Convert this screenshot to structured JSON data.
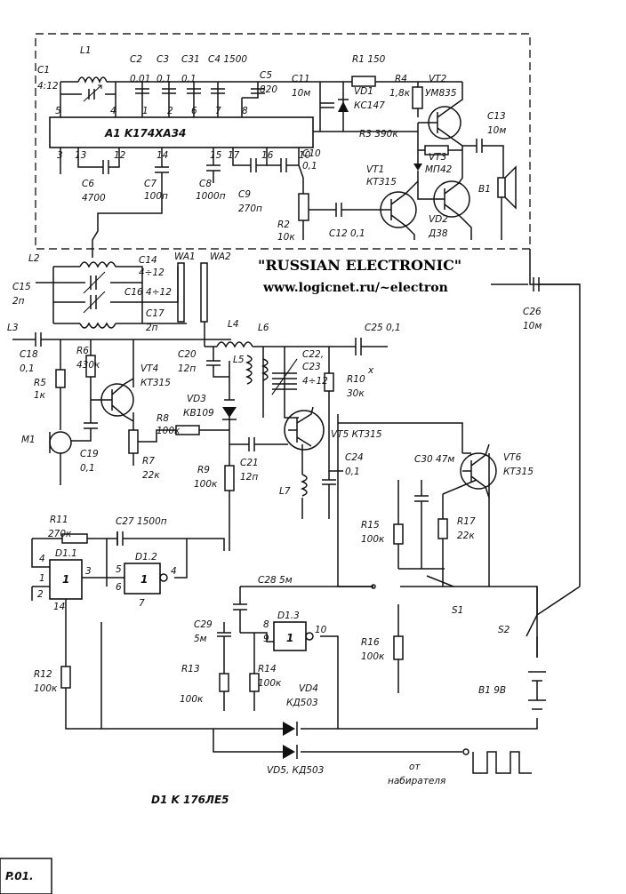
{
  "watermark": {
    "title": "\"RUSSIAN  ELECTRONIC\"",
    "url": "www.logicnet.ru/~electron"
  },
  "page_code": "P.01.",
  "ics": {
    "a1": "A1   K174XA34",
    "d1": "D1      K 176ЛЕ5",
    "d11": "D1.1",
    "d12": "D1.2",
    "d13": "D1.3"
  },
  "labels": {
    "C1": "C1",
    "C1v": "4:12",
    "L1": "L1",
    "C2": "C2",
    "C2v": "0,01",
    "C3": "C3",
    "C3v": "0,1",
    "C31": "C31",
    "C31v": "0,1",
    "C4": "C4 1500",
    "C5": "C5",
    "C5v": "820",
    "R1": "R1  150",
    "C11": "C11",
    "C11v": "10м",
    "VD1": "VD1",
    "VD1v": "КС147",
    "R4": "R4",
    "R4v": "1,8к",
    "VT2": "VT2",
    "VT2v": "УМ835",
    "C13": "C13",
    "C13v": "10м",
    "R3": "R3  390к",
    "VT3": "VT3",
    "VT3v": "МП42",
    "VT1": "VT1",
    "VT1v": "КТ315",
    "B1": "B1",
    "VD2": "VD2",
    "VD2v": "Д38",
    "C12": "C12 0,1",
    "R2": "R2",
    "R2v": "10к",
    "C10": "C10",
    "C10v": "0,1",
    "C9": "C9",
    "C9v": "270п",
    "C8": "C8",
    "C8v": "1000п",
    "C7": "C7",
    "C7v": "100п",
    "C6": "C6",
    "C6v": "4700",
    "L2": "L2",
    "C14": "C14",
    "C14v": "4÷12",
    "C15": "C15",
    "C15v": "2п",
    "C16": "C16 4÷12",
    "C17": "C17",
    "C17v": "2п",
    "WA1": "WA1",
    "WA2": "WA2",
    "L3": "L3",
    "C18": "C18",
    "C18v": "0,1",
    "R5": "R5",
    "R5v": "1к",
    "R6": "R6",
    "R6v": "430к",
    "VT4": "VT4",
    "VT4v": "КТ315",
    "M1": "M1",
    "C19": "C19",
    "C19v": "0,1",
    "R7": "R7",
    "R7v": "22к",
    "R8": "R8",
    "R8v": "100к",
    "VD3": "VD3",
    "VD3v": "КВ109",
    "C20": "C20",
    "C20v": "12п",
    "L4": "L4",
    "L5": "L5",
    "L6": "L6",
    "C22": "C22,",
    "C23": "C23",
    "C23v": "4÷12",
    "C25": "C25  0,1",
    "R10": "R10",
    "R10m": "x",
    "R10v": "30к",
    "VT5": "VT5  КТ315",
    "C21": "C21",
    "C21v": "12п",
    "R9": "R9",
    "R9v": "100к",
    "L7": "L7",
    "C24": "C24",
    "C24v": "0,1",
    "C30": "C30  47м",
    "VT6": "VT6",
    "VT6v": "КТ315",
    "C26": "C26",
    "C26v": "10м",
    "R11": "R11",
    "R11v": "270к",
    "C27": "C27  1500п",
    "R15": "R15",
    "R15v": "100к",
    "R17": "R17",
    "R17v": "22к",
    "C28": "C28  5м",
    "S1": "S1",
    "S2": "S2",
    "C29": "C29",
    "C29v": "5м",
    "R16": "R16",
    "R16v": "100к",
    "B1bat": "B1  9В",
    "R12": "R12",
    "R12v": "100к",
    "R13": "R13",
    "R13v": "100к",
    "R14": "R14",
    "R14v": "100к",
    "VD4": "VD4",
    "VD4v": "КД503",
    "VD5": "VD5, КД503",
    "from1": "от",
    "from2": "набирателя"
  },
  "pins": {
    "a1_top": [
      "5",
      "4",
      "1",
      "2",
      "6",
      "7",
      "8"
    ],
    "a1_bottom": [
      "3",
      "13",
      "12",
      "14",
      "15",
      "17",
      "16",
      "10"
    ],
    "d11": [
      "4",
      "1",
      "2",
      "14",
      "3"
    ],
    "d12": [
      "5",
      "6",
      "7",
      "4"
    ],
    "d13": [
      "8",
      "9",
      "10"
    ]
  },
  "gate_marks": {
    "g1": "1",
    "g2": "1",
    "g3": "1"
  }
}
